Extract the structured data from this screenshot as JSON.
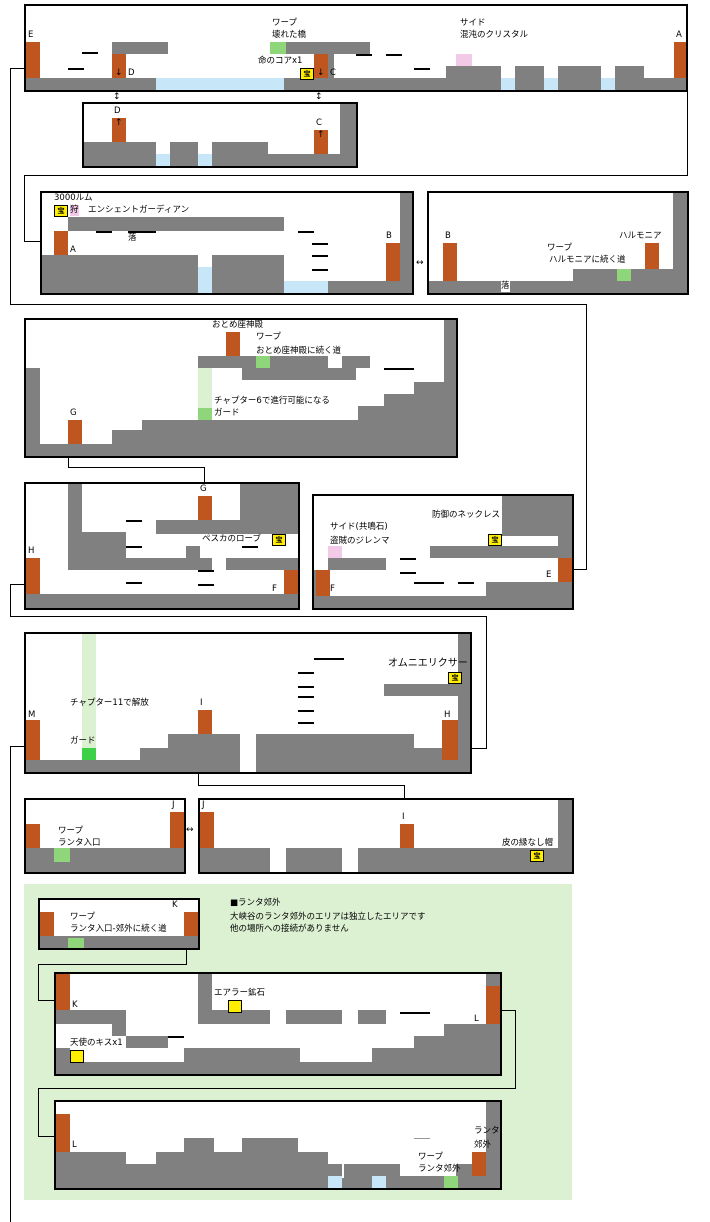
{
  "doors": {
    "A": "A",
    "B": "B",
    "C": "C",
    "D": "D",
    "E": "E",
    "F": "F",
    "G": "G",
    "H": "H",
    "I": "I",
    "J": "J",
    "K": "K",
    "L": "L",
    "M": "M"
  },
  "chest_mark": "宝",
  "room1": {
    "warp_label": "ワープ",
    "warp_name": "壊れた橋",
    "item_core": "命のコアx1",
    "side_label": "サイド",
    "side_name": "混沌のクリスタル"
  },
  "room3": {
    "chest_label": "3000ルム",
    "boss_mark": "狩",
    "boss_name": "エンシェントガーディアン",
    "drop_label": "落"
  },
  "room4": {
    "area_name": "ハルモニア",
    "warp_label": "ワープ",
    "warp_name": "ハルモニアに続く道",
    "drop_label": "落"
  },
  "room5": {
    "area_name": "おとめ座神殿",
    "warp_label": "ワープ",
    "warp_name": "おとめ座神殿に続く道",
    "note": "チャプター6で進行可能になる",
    "guard_label": "ガード"
  },
  "room6": {
    "item": "ペスカのローブ"
  },
  "room7": {
    "item_necklace": "防御のネックレス",
    "side_label": "サイド(共鳴石)",
    "side_name": "盗賊のジレンマ"
  },
  "room8": {
    "item": "オムニエリクサー",
    "note": "チャプター11で解放",
    "guard_label": "ガード"
  },
  "room9": {
    "warp_label": "ワープ",
    "warp_name": "ランタ入口"
  },
  "room10": {
    "item": "皮の縁なし帽"
  },
  "lanta": {
    "title": "■ランタ郊外",
    "desc1": "大峡谷のランタ郊外のエリアは独立したエリアです",
    "desc2": "他の場所への接続がありません",
    "warp_label": "ワープ",
    "warp_name": "ランタ入口-郊外に続く道",
    "ore": "エアラー鉱石",
    "kiss": "天使のキスx1",
    "area1": "ランタ",
    "area2": "郊外",
    "warp2_label": "ワープ",
    "warp2_name": "ランタ郊外"
  },
  "connectors": {
    "updown": "↕",
    "leftright": "↔",
    "down": "↓",
    "up": "↑"
  },
  "colors": {
    "ground": "#808080",
    "water": "#c7e6f7",
    "door": "#c0561f",
    "warp": "#8fd67a",
    "side": "#f3c9e8",
    "lanta_bg": "#dcf0d2",
    "chest": "#ffee00"
  }
}
